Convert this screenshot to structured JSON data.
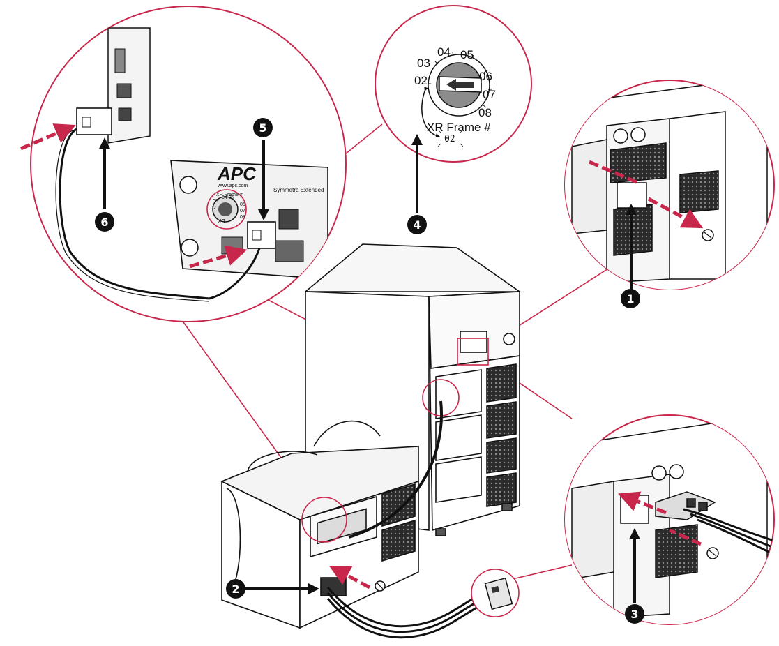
{
  "colors": {
    "accent": "#c8274b",
    "ink": "#111111",
    "panel": "#f4f4f4",
    "grille": "#2a2a2a"
  },
  "callouts": [
    {
      "n": "1"
    },
    {
      "n": "2"
    },
    {
      "n": "3"
    },
    {
      "n": "4"
    },
    {
      "n": "5"
    },
    {
      "n": "6"
    }
  ],
  "dial": {
    "numbers": [
      "03",
      "04",
      "05",
      "02",
      "06",
      "07",
      "08"
    ],
    "caption": "XR Frame #",
    "readout": "02"
  },
  "panel": {
    "logo": "APC",
    "url": "www.apc.com",
    "frame_caption": "XR Frame #",
    "title_fragment": "Symmetra Extended",
    "dial_numbers": [
      "03",
      "04 05",
      "02",
      "06",
      "07",
      "08"
    ],
    "xr_mark": "XR"
  }
}
